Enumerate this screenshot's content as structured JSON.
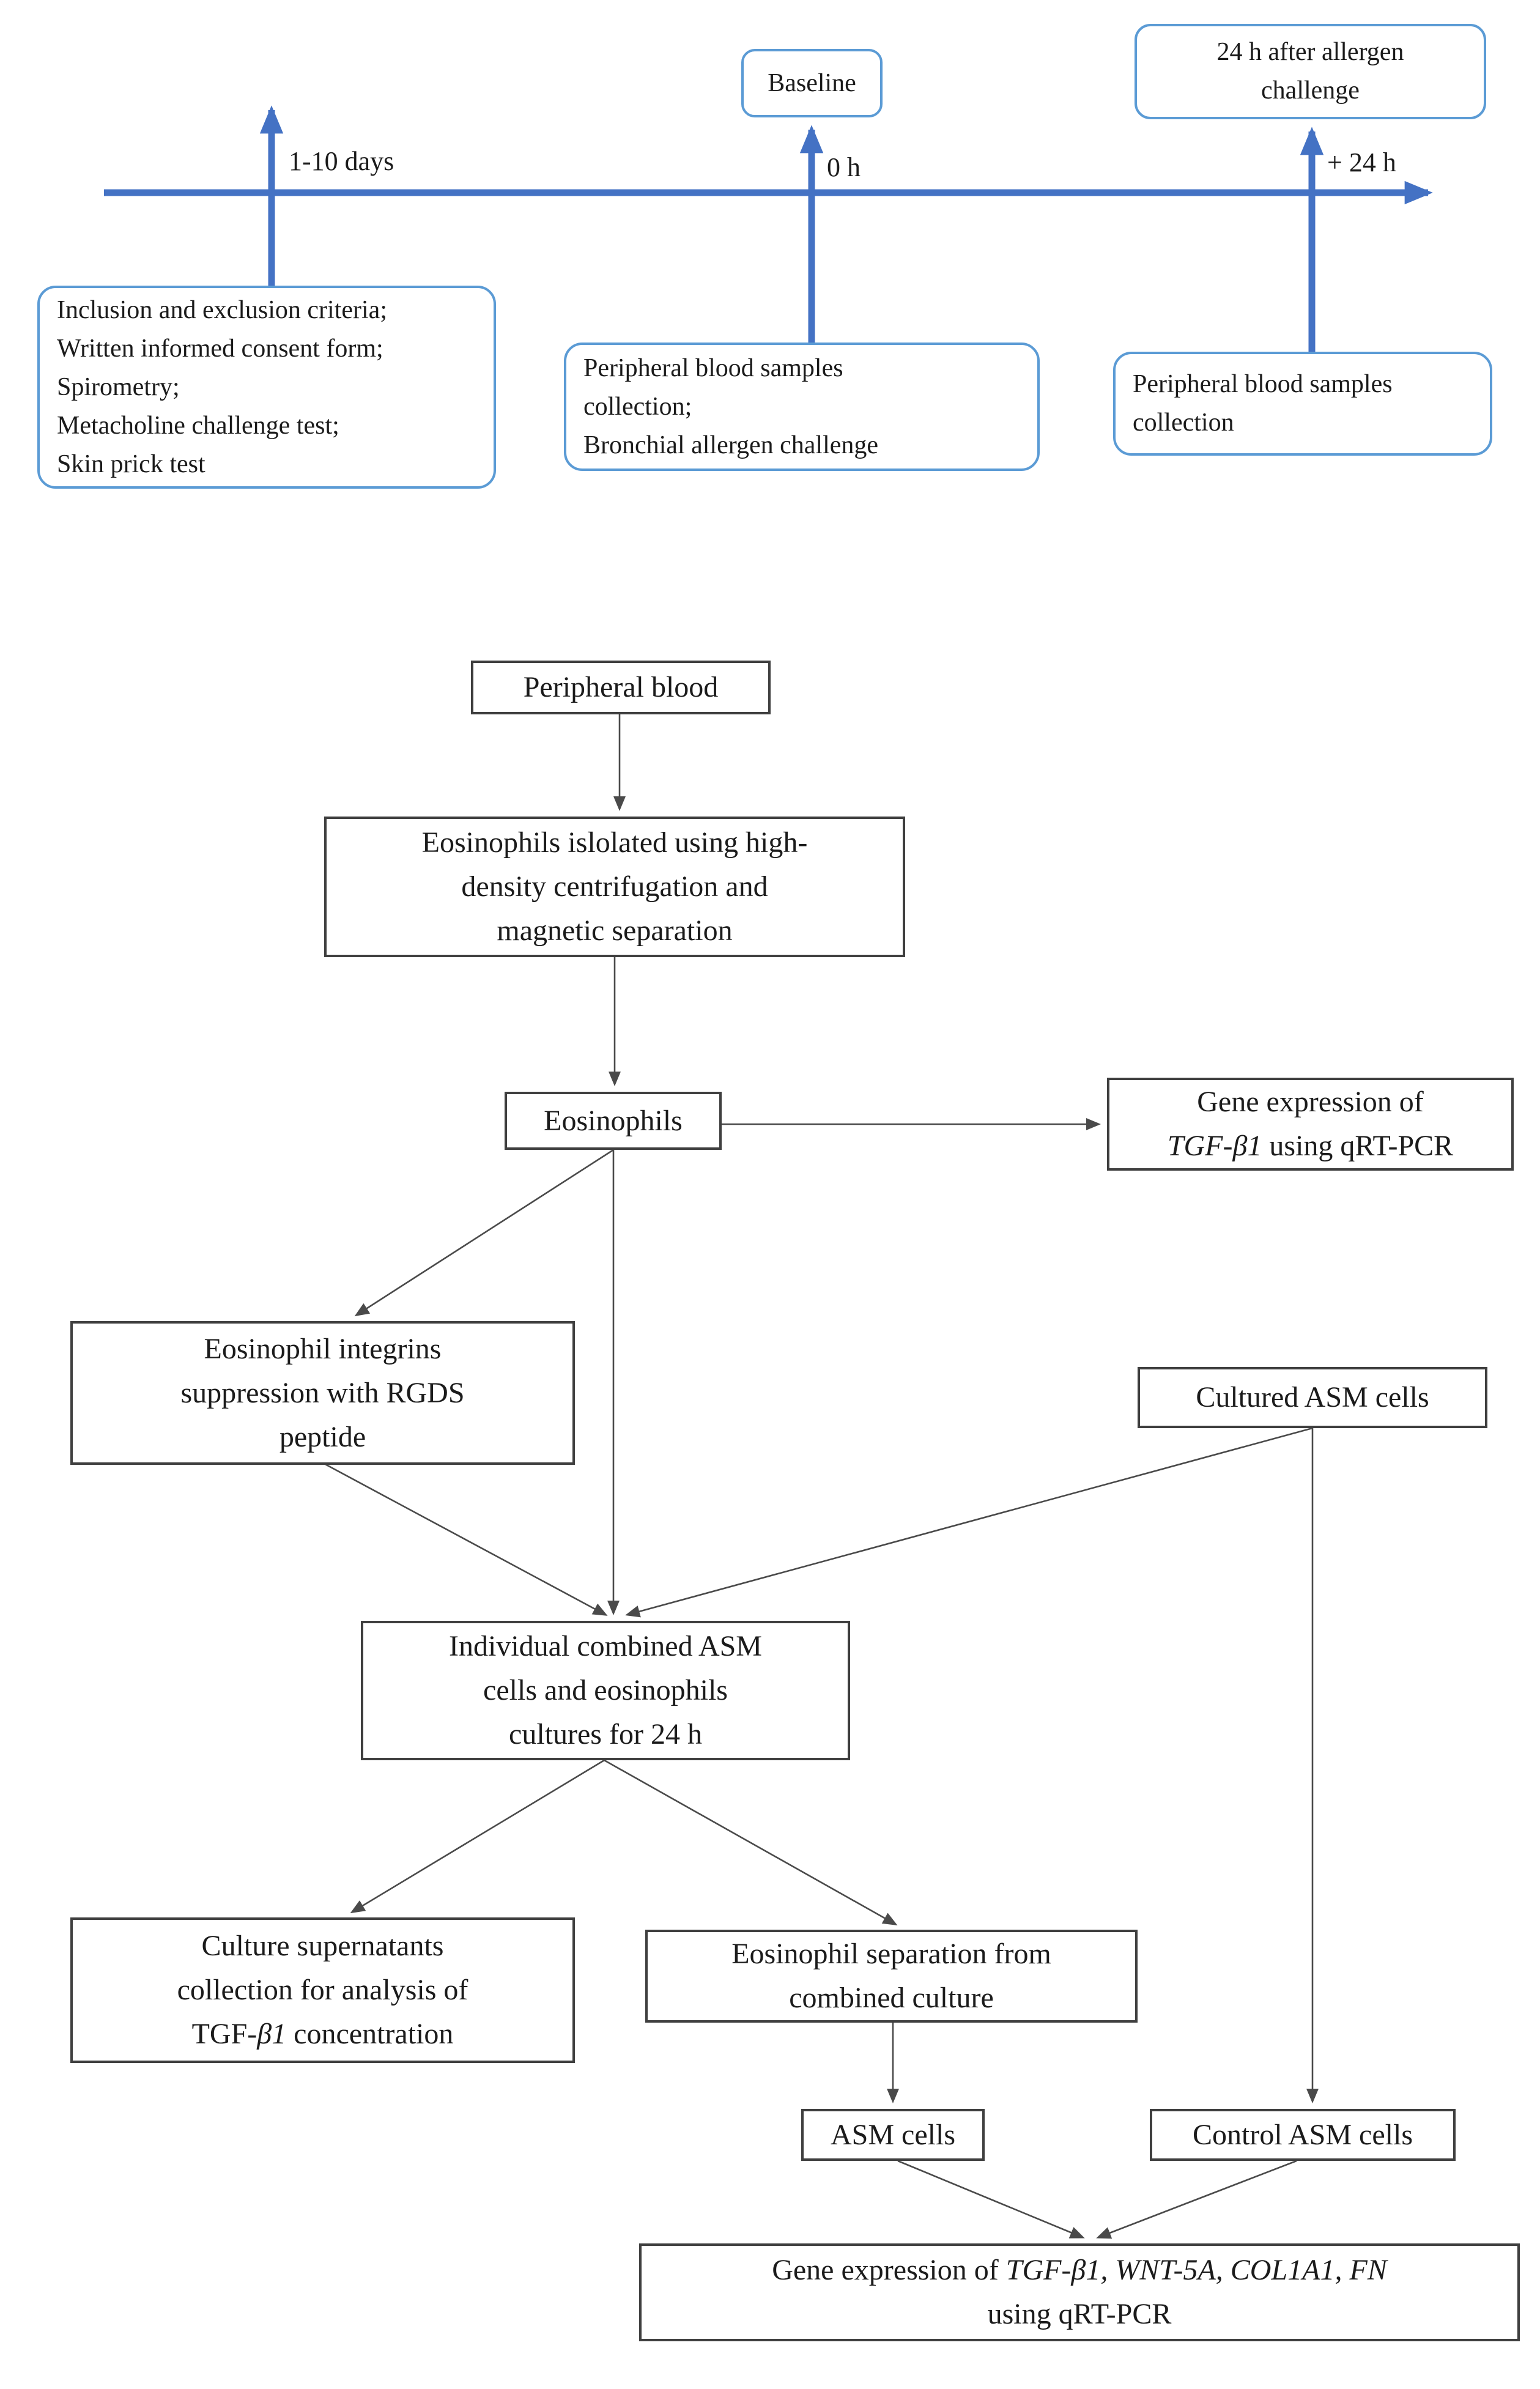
{
  "colors": {
    "timeline_blue": "#4472C4",
    "box_border_blue": "#5B9BD5",
    "flow_border": "#3F3F3F",
    "arrow_black": "#4A4A4A",
    "text": "#1B1B1B"
  },
  "timeline": {
    "callout_baseline": "Baseline",
    "callout_after": "24 h after allergen\nchallenge",
    "label_screening_period": "1-10 days",
    "label_zero_hour": "0 h",
    "label_plus_24": "+ 24 h",
    "box_screening": "Inclusion and exclusion criteria;\nWritten informed consent form;\nSpirometry;\nMetacholine challenge test;\nSkin prick test",
    "box_baseline_visit": "Peripheral blood samples\ncollection;\nBronchial allergen challenge",
    "box_after_visit": "Peripheral blood samples\ncollection"
  },
  "flowchart": {
    "peripheral_blood": "Peripheral blood",
    "isolation": "Eosinophils islolated using high-\ndensity centrifugation and\nmagnetic separation",
    "eosinophils": "Eosinophils",
    "gene_tgf": {
      "line1": "Gene expression of",
      "line2_italic": "TGF-β1",
      "line2_rest": " using qRT-PCR"
    },
    "integrins": "Eosinophil integrins\nsuppression with RGDS\npeptide",
    "cultured_asm": "Cultured ASM cells",
    "individual": "Individual combined ASM\ncells and eosinophils\ncultures for 24 h",
    "supernatants": {
      "line1": "Culture supernatants",
      "line2": "collection for analysis of",
      "line3_pre": "TGF-",
      "line3_italic": "β1",
      "line3_rest": " concentration"
    },
    "separation": "Eosinophil separation from\ncombined culture",
    "asm_cells": "ASM cells",
    "control_asm": "Control ASM cells",
    "bottom_gene": {
      "line1_pre": "Gene expression of ",
      "line1_italic": "TGF-β1, WNT-5A, COL1A1, FN",
      "line2": "using qRT-PCR"
    }
  }
}
